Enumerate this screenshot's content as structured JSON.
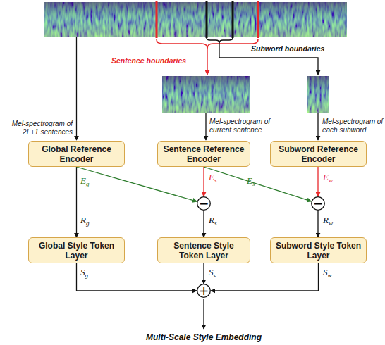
{
  "diagram": {
    "nodes": [
      {
        "text": [
          "Global Reference Encoder"
        ]
      },
      {
        "text": [
          "Sentence Reference Encoder"
        ]
      },
      {
        "text": [
          "Subword Reference Encoder"
        ]
      },
      {
        "text": [
          "−"
        ]
      },
      {
        "text": [
          "−"
        ]
      },
      {
        "text": [
          "Global Style Token Layer"
        ]
      },
      {
        "text": [
          "Sentence Style Token Layer"
        ]
      },
      {
        "text": [
          "Subword Style Token Layer"
        ]
      },
      {
        "text": [
          "+"
        ]
      }
    ],
    "edges": [
      {
        "from": 0,
        "to": 5,
        "label": "Rg",
        "arrow": "to"
      },
      {
        "from": 0,
        "to": 3,
        "label": "Eg",
        "arrow": "to"
      },
      {
        "from": 1,
        "to": 3,
        "label": "Es",
        "arrow": "to"
      },
      {
        "from": 1,
        "to": 4,
        "label": "Es",
        "arrow": "to"
      },
      {
        "from": 3,
        "to": 6,
        "label": "Rs",
        "arrow": "to"
      },
      {
        "from": 2,
        "to": 4,
        "label": "Ew",
        "arrow": "to"
      },
      {
        "from": 4,
        "to": 7,
        "label": "Rw",
        "arrow": "to"
      },
      {
        "from": 5,
        "to": 8,
        "label": "Sg",
        "arrow": "to"
      },
      {
        "from": 6,
        "to": 8,
        "label": "Ss",
        "arrow": "to"
      },
      {
        "from": 7,
        "to": 8,
        "label": "Sw",
        "arrow": "to"
      }
    ],
    "labels": [
      "Sentence boundaries",
      "Subword boundaries",
      "Mel-spectrogram of 2L+1 sentences",
      "Mel-spectrogram of current sentence",
      "Mel-spectrogram of each subword",
      "Multi-Scale Style Embedding"
    ]
  }
}
